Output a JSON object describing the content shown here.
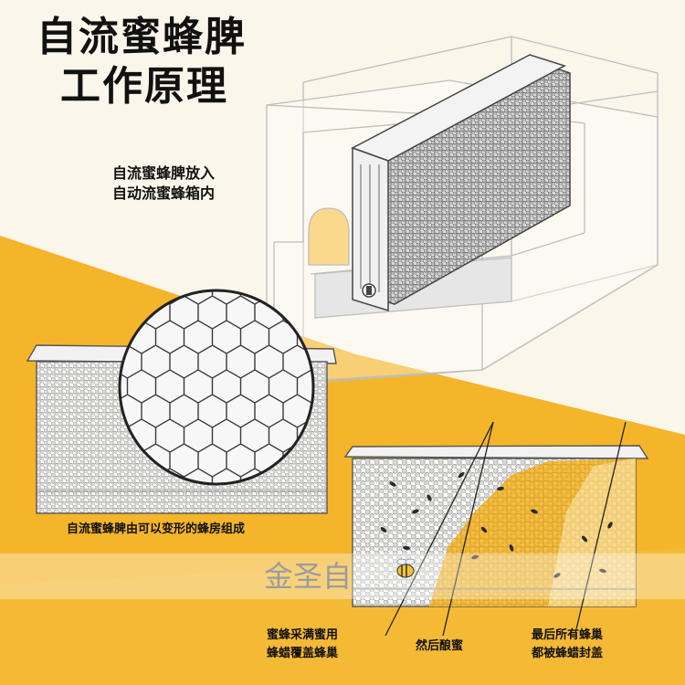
{
  "title": {
    "line1": "自流蜜蜂脾",
    "line2": "工作原理"
  },
  "callout_top": {
    "line1": "自流蜜蜂脾放入",
    "line2": "自动流蜜蜂箱内"
  },
  "caption_middle": "自流蜜蜂脾由可以变形的蜂房组成",
  "watermark": "金圣自",
  "steps": [
    {
      "line1": "蜜蜂采满蜜用",
      "line2": "蜂蜡覆盖蜂巢"
    },
    {
      "line1": "然后酿蜜",
      "line2": ""
    },
    {
      "line1": "最后所有蜂巢",
      "line2": "都被蜂蜡封盖"
    }
  ],
  "colors": {
    "background": "#fbf6ea",
    "honey": "#f4b52a",
    "honey_light": "#f7c95a",
    "line": "#444444",
    "text": "#111111"
  },
  "icons": {
    "watermark_logo": "bee-icon"
  }
}
